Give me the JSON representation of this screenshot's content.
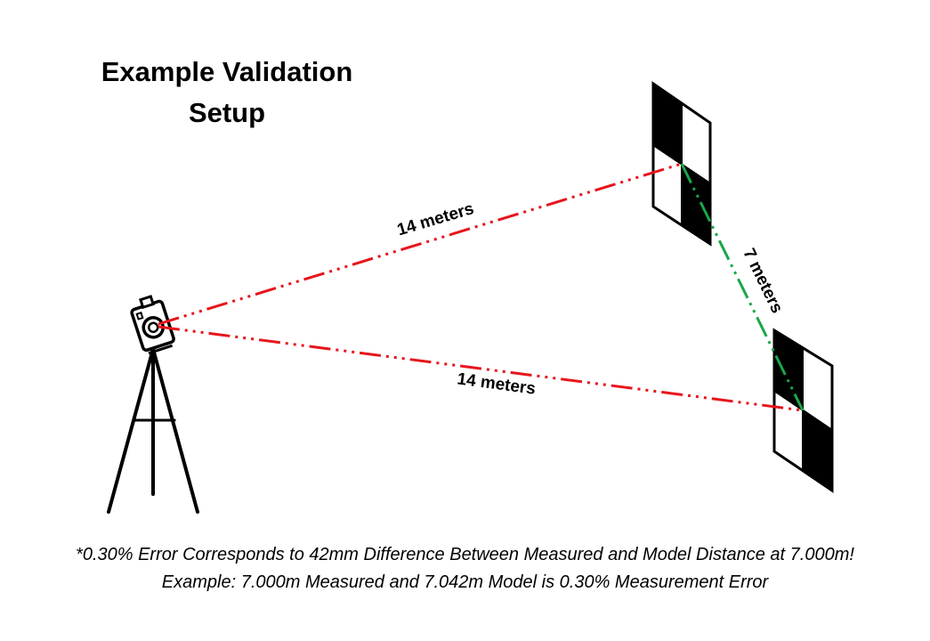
{
  "title": {
    "line1": "Example Validation",
    "line2": "Setup"
  },
  "labels": {
    "upper_distance": "14 meters",
    "lower_distance": "14 meters",
    "target_distance": "7 meters"
  },
  "footnote": {
    "line1": "*0.30% Error Corresponds to 42mm Difference Between Measured and Model Distance at 7.000m!",
    "line2": "Example: 7.000m Measured and 7.042m Model is 0.30% Measurement Error"
  },
  "colors": {
    "camera_lines": "#e8141c",
    "target_line": "#1aa64a",
    "ink": "#000000"
  }
}
